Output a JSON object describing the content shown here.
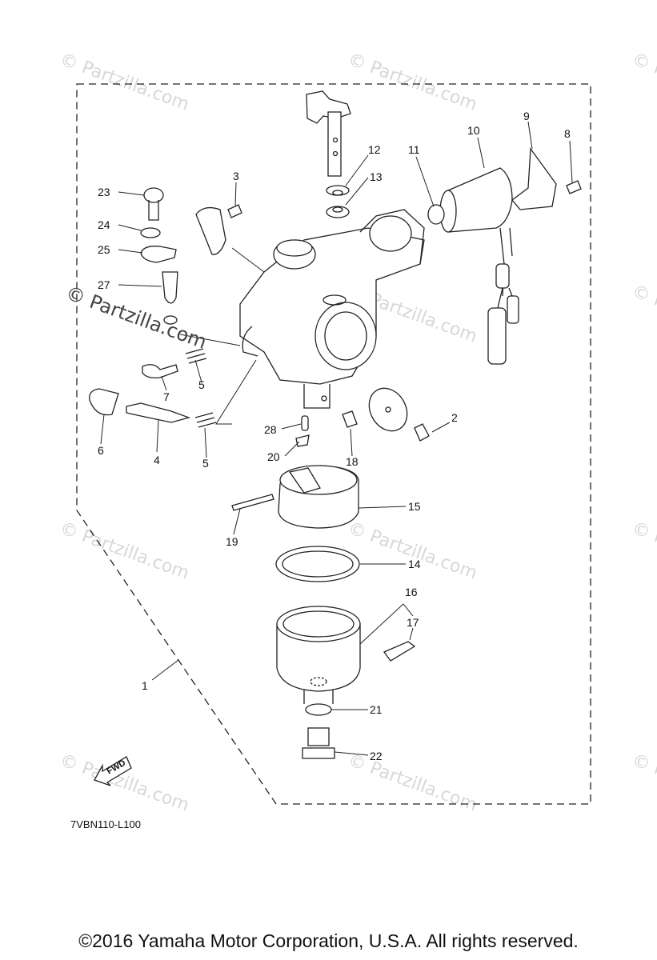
{
  "diagram": {
    "drawing_code": "7VBN110-L100",
    "fwd_label": "FWD",
    "callouts": [
      {
        "id": "c1",
        "text": "1"
      },
      {
        "id": "c2",
        "text": "2"
      },
      {
        "id": "c3",
        "text": "3"
      },
      {
        "id": "c4",
        "text": "4"
      },
      {
        "id": "c5a",
        "text": "5"
      },
      {
        "id": "c5b",
        "text": "5"
      },
      {
        "id": "c6",
        "text": "6"
      },
      {
        "id": "c7",
        "text": "7"
      },
      {
        "id": "c8",
        "text": "8"
      },
      {
        "id": "c9",
        "text": "9"
      },
      {
        "id": "c10",
        "text": "10"
      },
      {
        "id": "c11",
        "text": "11"
      },
      {
        "id": "c12",
        "text": "12"
      },
      {
        "id": "c13",
        "text": "13"
      },
      {
        "id": "c14",
        "text": "14"
      },
      {
        "id": "c15",
        "text": "15"
      },
      {
        "id": "c16",
        "text": "16"
      },
      {
        "id": "c17",
        "text": "17"
      },
      {
        "id": "c18",
        "text": "18"
      },
      {
        "id": "c19",
        "text": "19"
      },
      {
        "id": "c20",
        "text": "20"
      },
      {
        "id": "c21",
        "text": "21"
      },
      {
        "id": "c22",
        "text": "22"
      },
      {
        "id": "c23",
        "text": "23"
      },
      {
        "id": "c24",
        "text": "24"
      },
      {
        "id": "c25",
        "text": "25"
      },
      {
        "id": "c27",
        "text": "27"
      },
      {
        "id": "c28",
        "text": "28"
      }
    ]
  },
  "watermark": {
    "text": "© Partzilla.com",
    "prominent_text": "© Partzilla.com"
  },
  "footer": {
    "copyright": "©2016 Yamaha Motor Corporation, U.S.A. All rights reserved."
  }
}
